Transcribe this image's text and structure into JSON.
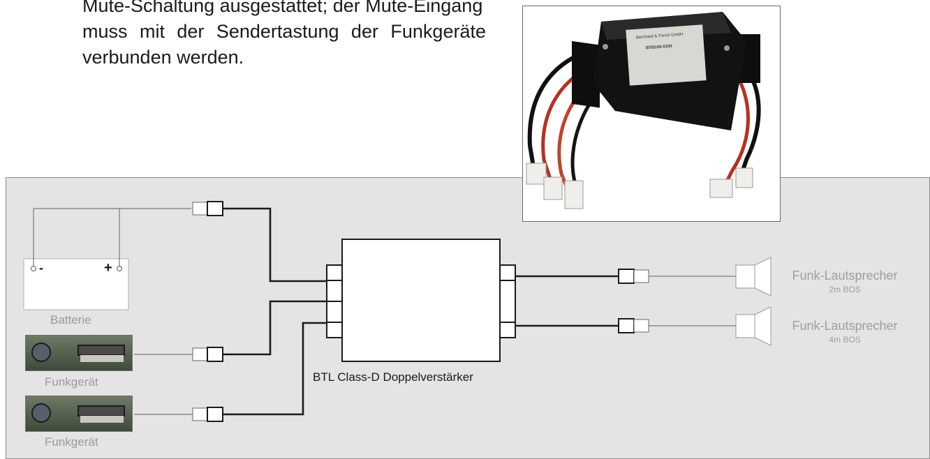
{
  "intro": {
    "line1": "Mute-Schaltung ausgestattet; der Mute-Eingang",
    "line2": "muss mit der Sendertastung der Funkgeräte",
    "line3": "verbunden werden."
  },
  "labels": {
    "battery": "Batterie",
    "battery_minus": "-",
    "battery_plus": "+",
    "radio1": "Funkgerät",
    "radio2": "Funkgerät",
    "amplifier": "BTL Class-D Doppelverstärker",
    "speaker1_title": "Funk-Lautsprecher",
    "speaker1_sub": "2m BOS",
    "speaker2_title": "Funk-Lautsprecher",
    "speaker2_sub": "4m BOS"
  },
  "photo": {
    "label_line1": "Bernhard & Trenzl GmbH",
    "label_line2": "BTB105-0100"
  },
  "colors": {
    "panel": "#e4e4e4",
    "wire": "#1a1a1a",
    "thin_wire": "#7a7a7a",
    "muted_text": "#9a9a9a"
  }
}
